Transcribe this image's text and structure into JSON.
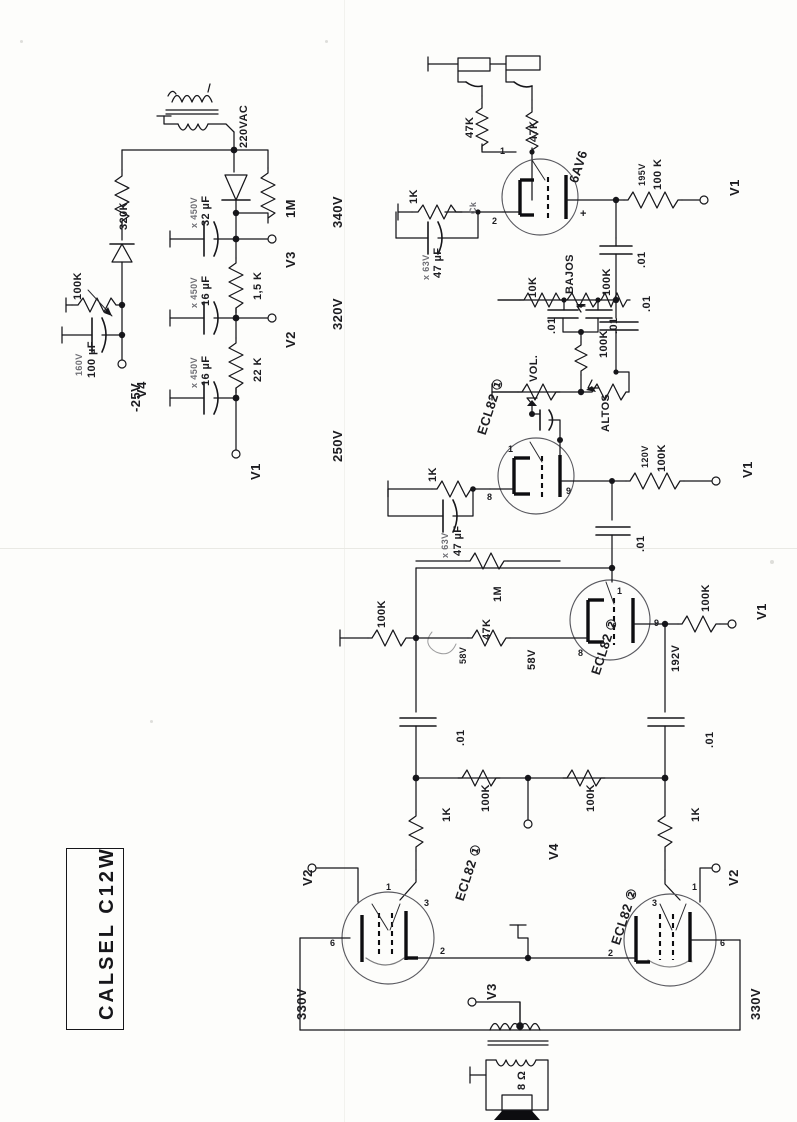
{
  "document": {
    "kind": "hand-drawn schematic scan",
    "title_block": "CALSEL  C12W",
    "paper_color": "#fdfdfb",
    "ink_color": "#16161a"
  },
  "power_supply": {
    "mains_label": "220VAC",
    "transformer": "mains-transformer",
    "bleeder": "320K",
    "shunt": "1M",
    "rectifier": "diode",
    "filters": [
      {
        "value": "32 µF",
        "rating": "x 450V"
      },
      {
        "value": "16 µF",
        "rating": "x 450V"
      },
      {
        "value": "16 µF",
        "rating": "x 450V"
      },
      {
        "value": "100 µF",
        "rating": "160V"
      }
    ],
    "droppers": [
      "1,5 K",
      "22 K"
    ],
    "bias_trim": "100K",
    "bias_rail": "-25V",
    "rails": [
      {
        "name": "V3",
        "volts": "340V"
      },
      {
        "name": "V2",
        "volts": "320V"
      },
      {
        "name": "V1",
        "volts": "250V"
      },
      {
        "name": "V4",
        "volts": "-25V"
      }
    ],
    "rail_notes": [
      "340V",
      "320V",
      "250V",
      "-25V"
    ]
  },
  "preamp": {
    "inputs": [
      "jack-1",
      "jack-2"
    ],
    "input_resistors": [
      "47K",
      "47K"
    ],
    "tube": "6AV6",
    "pins": [
      "1",
      "2",
      "+"
    ],
    "cathode_resistor": "1K",
    "cathode_cap": "47 µF",
    "cathode_cap_rating": "x 63V",
    "cathode_note": "Ck",
    "anode_resistor": "100 K",
    "anode_volts": "195V",
    "coupling_caps": [
      ".01",
      ".01",
      ".01"
    ],
    "rail_out": "V1"
  },
  "tone_stack": {
    "series_resistor": "10K",
    "bass_pot": "BAJOS",
    "mid_resistor": "100K",
    "bass_caps": [
      ".01",
      ".01"
    ],
    "to_ground_resistor": "100K",
    "volume_pot": "VOL.",
    "treble_pot": "ALTOS",
    "rail_cap": ".01"
  },
  "driver": {
    "tube": "ECL82 ①",
    "pins": [
      "1",
      "8",
      "9"
    ],
    "cathode_resistor": "1K",
    "cathode_cap": "47 µF",
    "cathode_cap_rating": "x 63V",
    "anode_resistor": "100K",
    "anode_volts": "120V",
    "coupling_cap": ".01",
    "rail_out": "V1"
  },
  "phase_inverter": {
    "tube": "ECL82 ②",
    "pins": [
      "1",
      "8",
      "9"
    ],
    "grid_resistor": "100K",
    "feedback_resistor": "1M",
    "cathode_resistor": "47K",
    "node_volts_a": "58V",
    "node_volts_b": "58V",
    "anode_resistor": "100K",
    "anode_volts": "192V",
    "coupling_caps": [
      ".01",
      ".01"
    ],
    "rail_out": "V1"
  },
  "output_stage": {
    "grid_resistors": [
      "100K",
      "100K"
    ],
    "bias_node": "V4",
    "cathode_resistors": [
      "1K",
      "1K"
    ],
    "tube_left": "ECL82 ①",
    "tube_right": "ECL82 ②",
    "pins_left": [
      "1",
      "2",
      "3",
      "6"
    ],
    "pins_right": [
      "1",
      "2",
      "3",
      "6"
    ],
    "screen_rail_left": "330V",
    "screen_rail_right": "330V",
    "heater_node": "V3",
    "supply_node_left": "V2",
    "supply_node_right": "V2"
  },
  "output": {
    "transformer": "output-transformer",
    "speaker_impedance": "8 Ω",
    "speaker": "loudspeaker"
  },
  "node_labels": {
    "v1": "V1",
    "v2": "V2",
    "v3": "V3",
    "v4": "V4"
  }
}
